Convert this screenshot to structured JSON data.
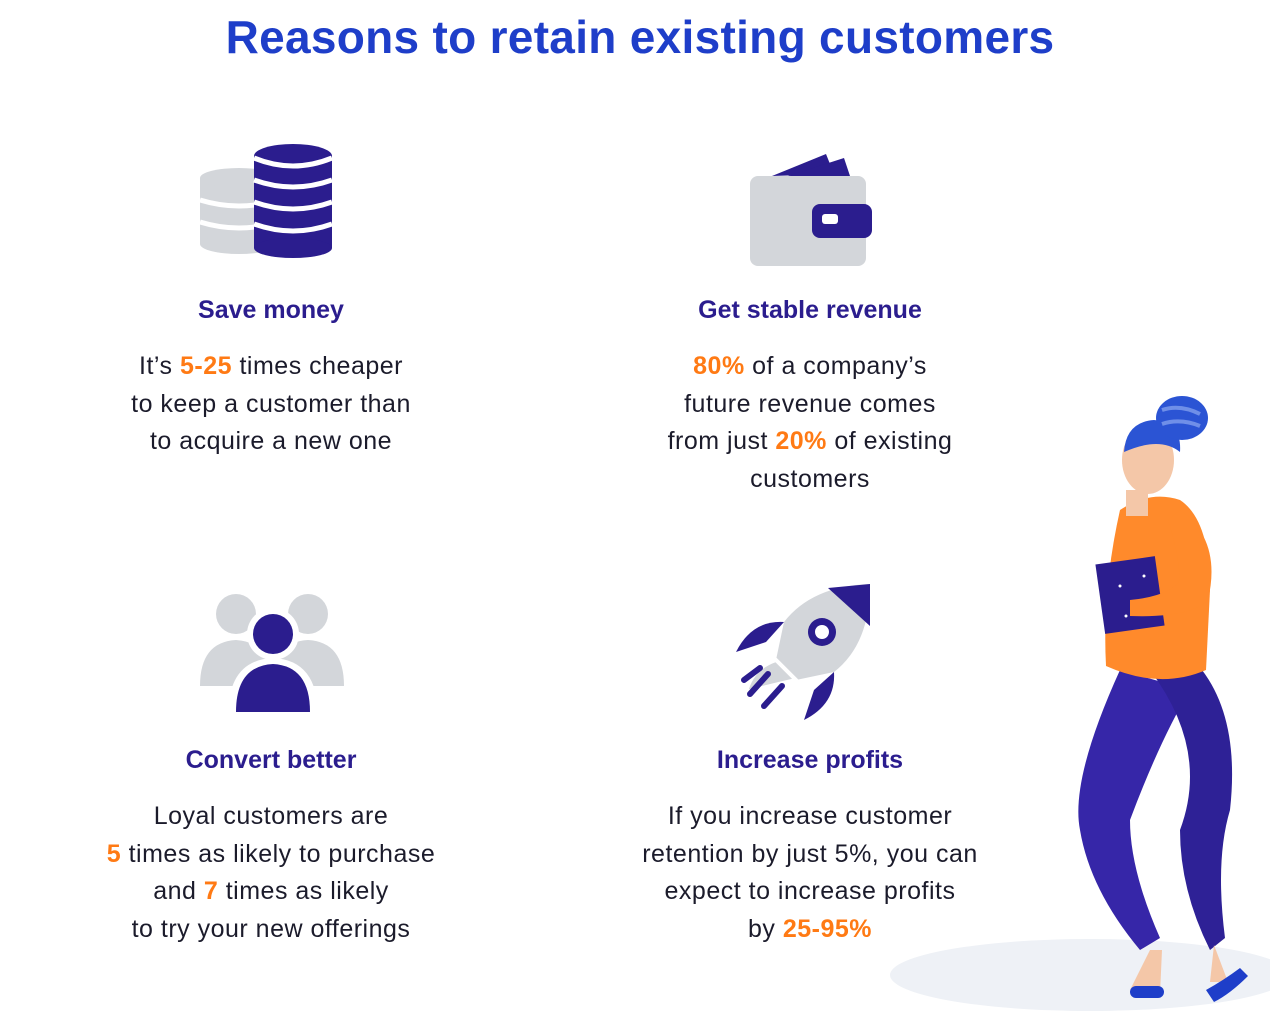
{
  "page": {
    "title": "Reasons to retain existing customers"
  },
  "reasons": [
    {
      "heading": "Save money",
      "icon": "coin-stack-icon",
      "lines": [
        [
          "It’s ",
          {
            "hl": "5-25"
          },
          " times cheaper"
        ],
        [
          "to keep a customer than"
        ],
        [
          "to acquire a new one"
        ]
      ]
    },
    {
      "heading": "Get stable revenue",
      "icon": "wallet-icon",
      "lines": [
        [
          {
            "hl": "80%"
          },
          " of a company’s"
        ],
        [
          "future revenue comes"
        ],
        [
          "from just ",
          {
            "hl": "20%"
          },
          " of existing"
        ],
        [
          "customers"
        ]
      ]
    },
    {
      "heading": "Convert better",
      "icon": "people-group-icon",
      "lines": [
        [
          "Loyal customers are"
        ],
        [
          {
            "hl": "5"
          },
          " times as likely to purchase"
        ],
        [
          "and ",
          {
            "hl": "7"
          },
          " times as likely"
        ],
        [
          "to try your new offerings"
        ]
      ]
    },
    {
      "heading": "Increase profits",
      "icon": "rocket-icon",
      "lines": [
        [
          "If you increase customer"
        ],
        [
          "retention by just 5%, you can"
        ],
        [
          "expect to increase profits"
        ],
        [
          "by ",
          {
            "hl": "25-95%"
          }
        ]
      ]
    }
  ],
  "colors": {
    "title": "#1e3ec9",
    "heading": "#2b1d8e",
    "highlight": "#ff7a14",
    "icon_primary": "#2b1d8e",
    "icon_secondary": "#d3d6da"
  },
  "illustration": {
    "icon": "woman-holding-book-illustration"
  }
}
